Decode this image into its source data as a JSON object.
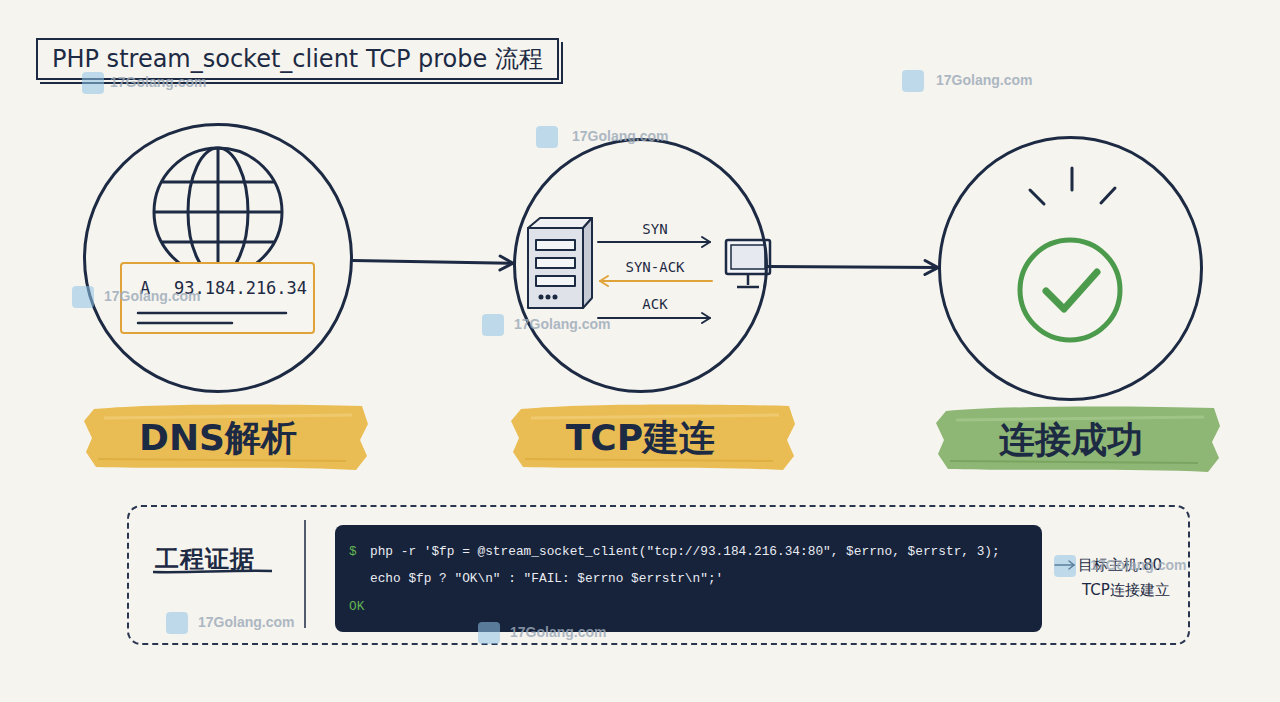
{
  "diagram": {
    "title": "PHP stream_socket_client TCP probe 流程",
    "nodes": [
      {
        "text": [
          "DNS解析"
        ]
      },
      {
        "text": [
          "A",
          "93.184.216.34"
        ],
        "in": 0
      },
      {
        "text": [
          "TCP建连"
        ]
      },
      {
        "text": [
          "连接成功"
        ]
      },
      {
        "text": [
          "工程证据"
        ]
      },
      {
        "text": [
          "$",
          "php -r '$fp = @stream_socket_client(\"tcp://93.184.216.34:80\", $errno, $errstr, 3);",
          "echo $fp ? \"OK\\n\" : \"FAIL: $errno $errstr\\n\";'",
          "OK"
        ],
        "in": 4
      }
    ],
    "edges": [
      {
        "from": 0,
        "to": 2,
        "arrow": "to"
      },
      {
        "from": 2,
        "to": 3,
        "arrow": "to"
      }
    ],
    "labels": [
      "SYN",
      "SYN-ACK",
      "ACK",
      "目标主机:80",
      "TCP连接建立",
      "17Golang.com",
      "17Golang.com",
      "17Golang.com",
      "17Golang.com",
      "17Golang.com",
      "17Golang.com",
      "17Golang.com",
      "17Golang.com"
    ]
  }
}
